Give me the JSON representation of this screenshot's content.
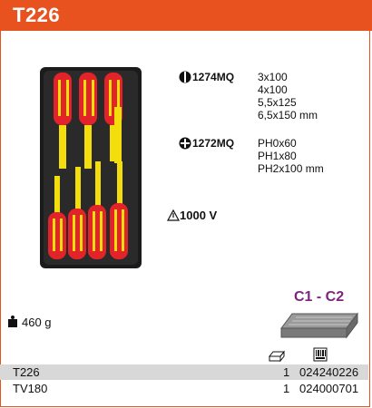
{
  "header": {
    "title": "T226"
  },
  "products": [
    {
      "code": "1274MQ",
      "icon": "slotted-screwdriver-icon",
      "sizes": [
        "3x100",
        "4x100",
        "5,5x125",
        "6,5x150 mm"
      ]
    },
    {
      "code": "1272MQ",
      "icon": "phillips-screwdriver-icon",
      "sizes": [
        "PH0x60",
        "PH1x80",
        "PH2x100 mm"
      ]
    }
  ],
  "voltage": {
    "icon": "insulation-warning-icon",
    "label": "1000 V"
  },
  "weight": {
    "icon": "weight-icon",
    "label": "460 g"
  },
  "tray_label": "C1 - C2",
  "table": {
    "columns": [
      {
        "icon": "tray-box-icon"
      },
      {
        "icon": "barcode-icon"
      }
    ],
    "rows": [
      {
        "name": "T226",
        "qty": "1",
        "code": "024240226"
      },
      {
        "name": "TV180",
        "qty": "1",
        "code": "024000701"
      }
    ]
  },
  "colors": {
    "accent": "#e8521f",
    "tray_label": "#7e2480",
    "handle_red": "#e2232a",
    "handle_yellow": "#f4dd0c"
  }
}
